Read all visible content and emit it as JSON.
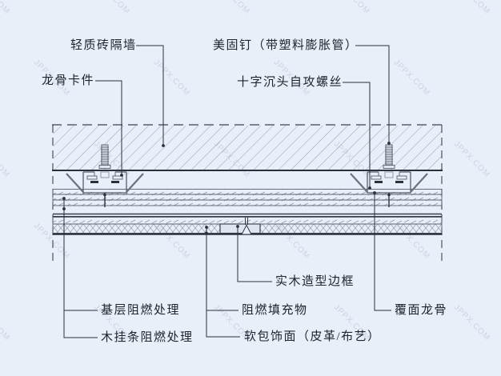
{
  "drawing": {
    "type": "construction-detail-section",
    "labels": {
      "partition_wall": "轻质砖隔墙",
      "keel_clip": "龙骨卡件",
      "expansion_nail": "美固钉（带塑料膨胀管）",
      "self_tapping_screw": "十字沉头自攻螺丝",
      "base_fire_treatment": "基层阻燃处理",
      "wood_batten_fire_treatment": "木挂条阻燃处理",
      "fire_retardant_filler": "阻燃填充物",
      "soft_cover_finish": "软包饰面（皮革/布艺）",
      "solid_wood_frame": "实木造型边框",
      "facing_keel": "覆面龙骨"
    },
    "colors": {
      "background": "#e9eff9",
      "line_dark": "#2b303b",
      "line_medium": "#575e6c",
      "hatch": "#96a0b2",
      "wood_block_fill": "#dfe6f1",
      "watermark": "#aeb9cc"
    }
  },
  "watermark": {
    "text": "JPPX.COM"
  }
}
